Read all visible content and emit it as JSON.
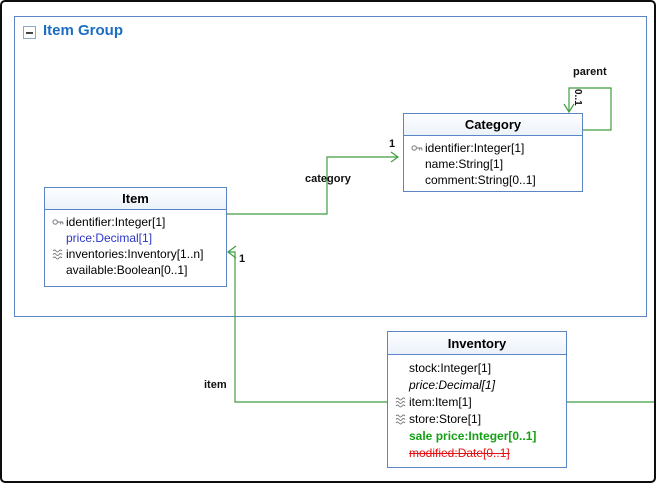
{
  "group": {
    "title": "Item Group"
  },
  "classes": {
    "category": {
      "title": "Category",
      "attrs": [
        {
          "icon": "key-icon",
          "text": "identifier:Integer[1]"
        },
        {
          "icon": "",
          "text": "name:String[1]"
        },
        {
          "icon": "",
          "text": "comment:String[0..1]"
        }
      ]
    },
    "item": {
      "title": "Item",
      "attrs": [
        {
          "icon": "key-icon",
          "text": "identifier:Integer[1]"
        },
        {
          "icon": "",
          "text": "price:Decimal[1]"
        },
        {
          "icon": "reference-icon",
          "text": "inventories:Inventory[1..n]"
        },
        {
          "icon": "",
          "text": "available:Boolean[0..1]"
        }
      ]
    },
    "inventory": {
      "title": "Inventory",
      "attrs": [
        {
          "icon": "",
          "text": "stock:Integer[1]"
        },
        {
          "icon": "",
          "text": "price:Decimal[1]"
        },
        {
          "icon": "reference-icon",
          "text": "item:Item[1]"
        },
        {
          "icon": "reference-icon",
          "text": "store:Store[1]"
        },
        {
          "icon": "",
          "text": "sale price:Integer[0..1]"
        },
        {
          "icon": "",
          "text": "modified:Date[0..1]"
        }
      ]
    }
  },
  "edges": {
    "category": {
      "label": "category",
      "multiplicity": "1"
    },
    "parent": {
      "label": "parent",
      "multiplicity": "0..1"
    },
    "item": {
      "label": "item",
      "multiplicity": "1"
    }
  },
  "colors": {
    "edge_green": "#3f9e3f",
    "frame_blue": "#5b85c7",
    "group_title_blue": "#1b6ec2",
    "attr_blue": "#2b36c9",
    "attr_green": "#15a015",
    "attr_red": "#e21212"
  }
}
